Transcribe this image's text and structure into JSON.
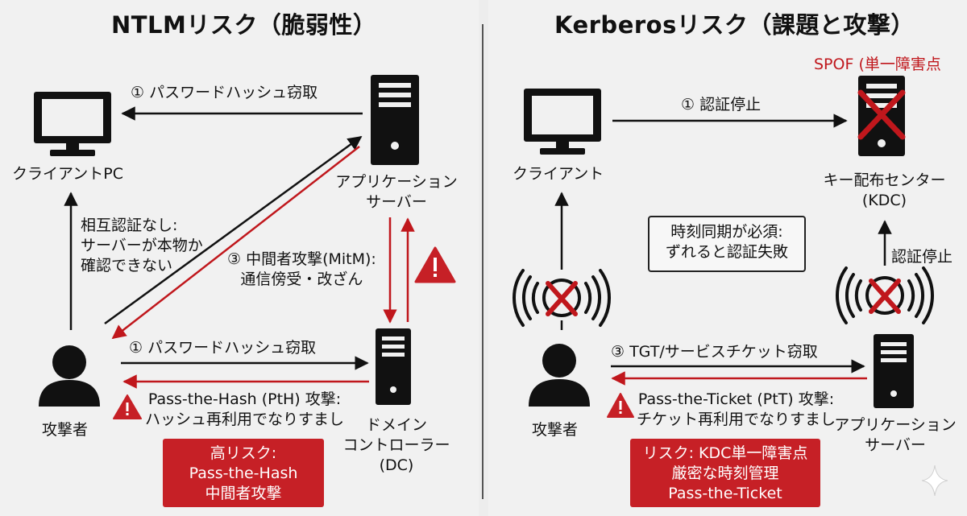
{
  "left": {
    "title": "NTLMリスク（脆弱性）",
    "client_label": "クライアントPC",
    "server_label": [
      "アプリケーション",
      "サーバー"
    ],
    "dc_label": [
      "ドメイン",
      "コントローラー",
      "(DC)"
    ],
    "attacker_label": "攻撃者",
    "arrow_top_label": "① パスワードハッシュ窃取",
    "mutual_auth_note": [
      "相互認証なし:",
      "サーバーが本物か",
      "確認できない"
    ],
    "mitm_note": [
      "③ 中間者攻撃(MitM):",
      "通信傍受・改ざん"
    ],
    "arrow_mid_label": "① パスワードハッシュ窃取",
    "pth_note": [
      "Pass-the-Hash (PtH) 攻撃:",
      "ハッシュ再利用でなりすまし"
    ],
    "risk_box": [
      "高リスク:",
      "Pass-the-Hash",
      "中間者攻撃"
    ]
  },
  "right": {
    "title": "Kerberosリスク（課題と攻撃）",
    "spof_label": "SPOF (単一障害点",
    "client_label": "クライアント",
    "kdc_label": [
      "キー配布センター",
      "(KDC)"
    ],
    "attacker_label": "攻撃者",
    "server_label": [
      "アプリケーション",
      "サーバー"
    ],
    "arrow_top_label": "① 認証停止",
    "time_sync_note": [
      "時刻同期が必須:",
      "ずれると認証失敗"
    ],
    "auth_stop_label": "認証停止",
    "arrow_tgt_label": "③ TGT/サービスチケット窃取",
    "ptt_note": [
      "Pass-the-Ticket (PtT) 攻撃:",
      "チケット再利用でなりすまし"
    ],
    "risk_box": [
      "リスク: KDC単一障害点",
      "厳密な時刻管理",
      "Pass-the-Ticket"
    ]
  },
  "colors": {
    "accent_red": "#c62026",
    "ink": "#111111",
    "background": "#f1f1f1"
  },
  "icons": [
    "monitor-icon",
    "server-icon",
    "person-icon",
    "warning-icon",
    "wireless-signal-icon",
    "red-x-icon",
    "sparkle-icon"
  ]
}
